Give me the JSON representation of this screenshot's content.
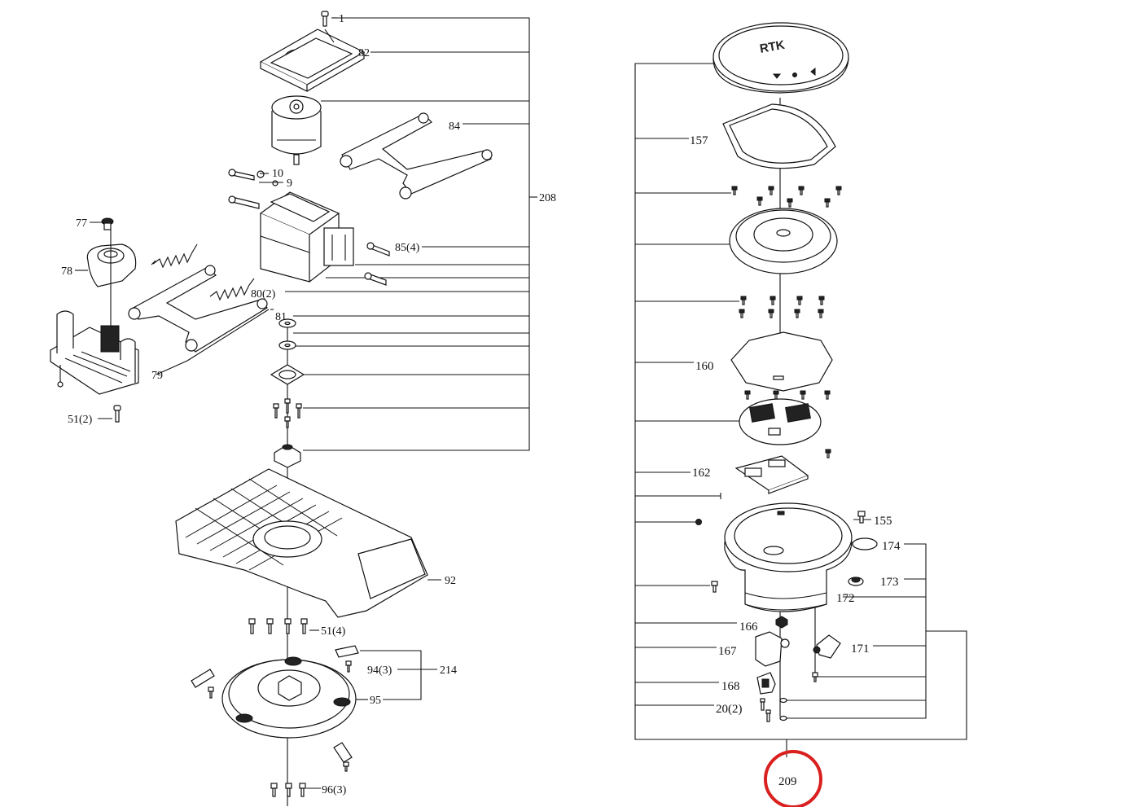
{
  "left_assembly": {
    "labels": {
      "l1": "1",
      "l82": "82",
      "l84": "84",
      "l10": "10",
      "l9": "9",
      "l208": "208",
      "l77": "77",
      "l78": "78",
      "l85": "85(4)",
      "l80": "80(2)",
      "l81": "81",
      "l79": "79",
      "l51a": "51(2)",
      "l92": "92",
      "l51b": "51(4)",
      "l94": "94(3)",
      "l214": "214",
      "l95": "95",
      "l96": "96(3)"
    }
  },
  "right_assembly": {
    "rtk_text": "RTK",
    "labels": {
      "l157": "157",
      "l160": "160",
      "l162": "162",
      "l155": "155",
      "l174": "174",
      "l173": "173",
      "l172": "172",
      "l166": "166",
      "l167": "167",
      "l171": "171",
      "l168": "168",
      "l20": "20(2)",
      "l209": "209"
    },
    "highlight_color": "#d9201f"
  }
}
